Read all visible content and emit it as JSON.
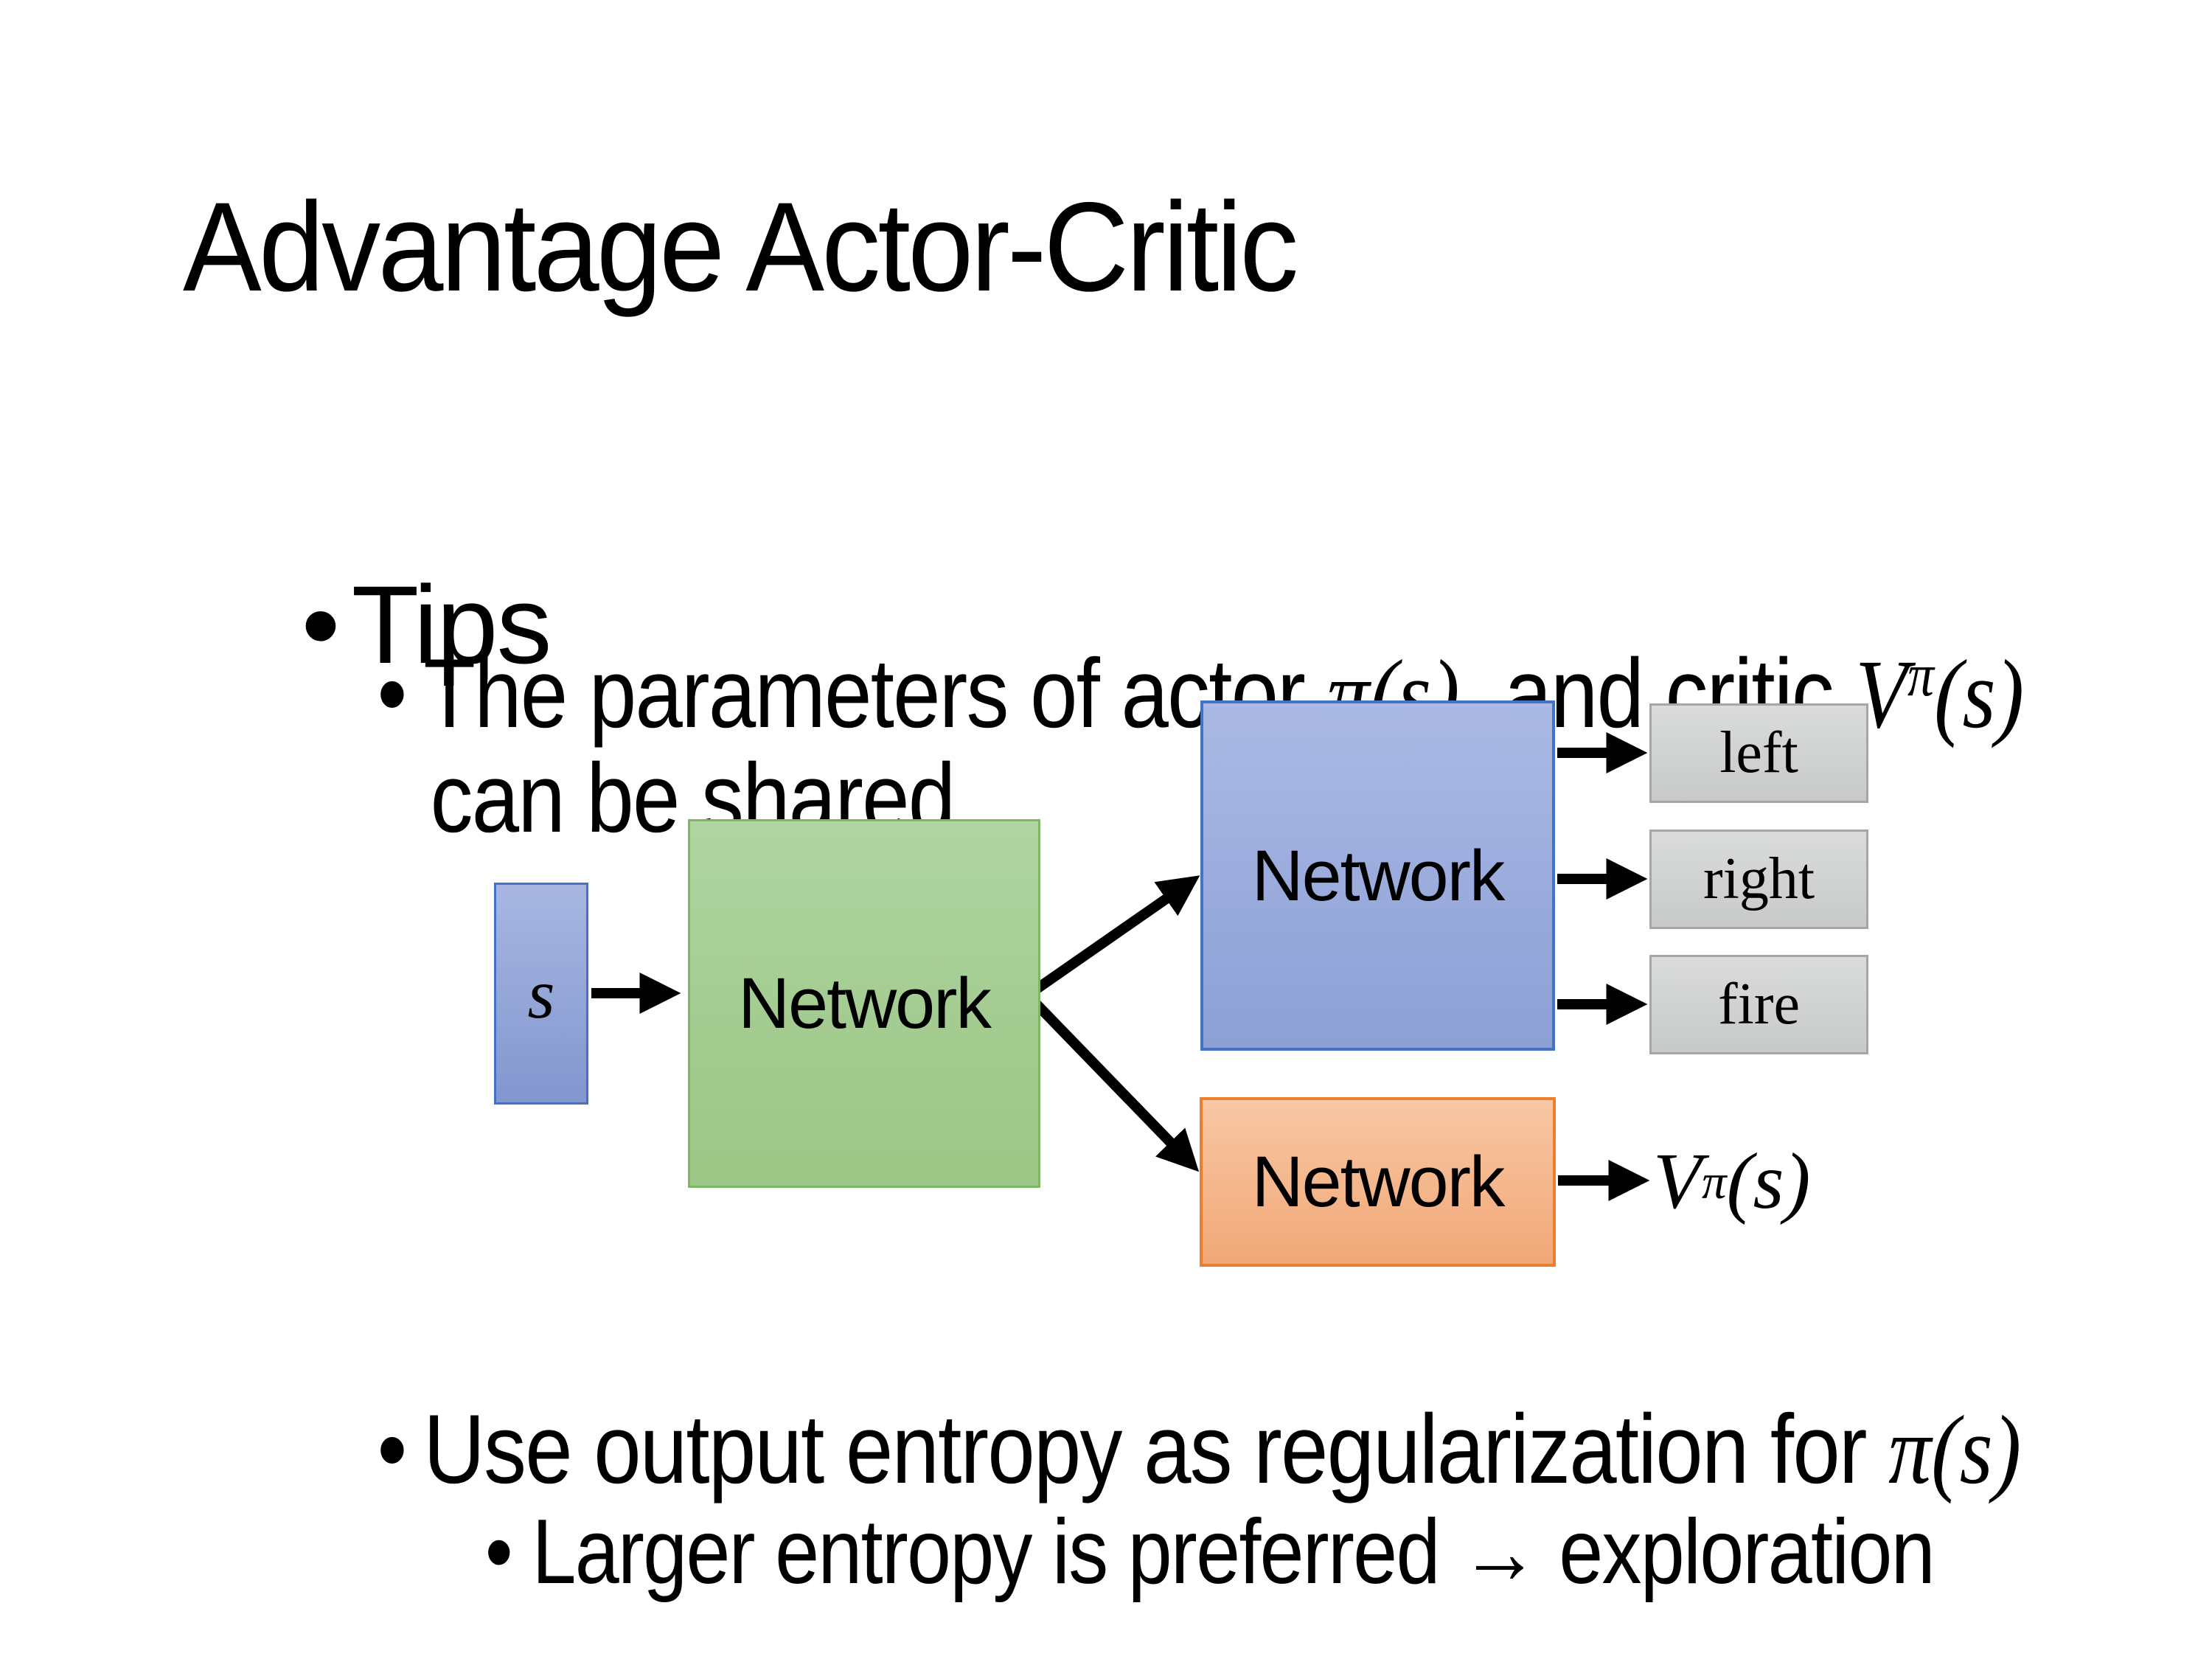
{
  "title": "Advantage Actor-Critic",
  "bullet_char": "•",
  "bullets": {
    "tips": "Tips",
    "param_line": {
      "prefix": "The parameters of actor ",
      "actor_math": "π(s)",
      "middle": "  and critic ",
      "critic_V": "V",
      "critic_sup": "π",
      "critic_args": "(s)",
      "cont": "can be shared"
    },
    "entropy_line": {
      "prefix": "Use output entropy as regularization for ",
      "math": "π(s)"
    },
    "exploration_line": "Larger entropy is preferred → exploration"
  },
  "diagram": {
    "state_label": "s",
    "shared_network": "Network",
    "actor_network": "Network",
    "critic_network": "Network",
    "actions": [
      "left",
      "right",
      "fire"
    ],
    "critic_output": {
      "V": "V",
      "sup": "π",
      "args": "(s)"
    },
    "colors": {
      "state_fill": "#96a6d8",
      "state_border": "#4472c4",
      "shared_fill": "#a5cd95",
      "shared_border": "#7fb564",
      "actor_fill": "#9cadde",
      "actor_border": "#4472c4",
      "critic_fill": "#f4b88e",
      "critic_border": "#ed7d31",
      "action_fill": "#d0d2d3",
      "action_border": "#a6a6a6",
      "arrow": "#000000",
      "text": "#000000",
      "background": "#ffffff"
    }
  }
}
